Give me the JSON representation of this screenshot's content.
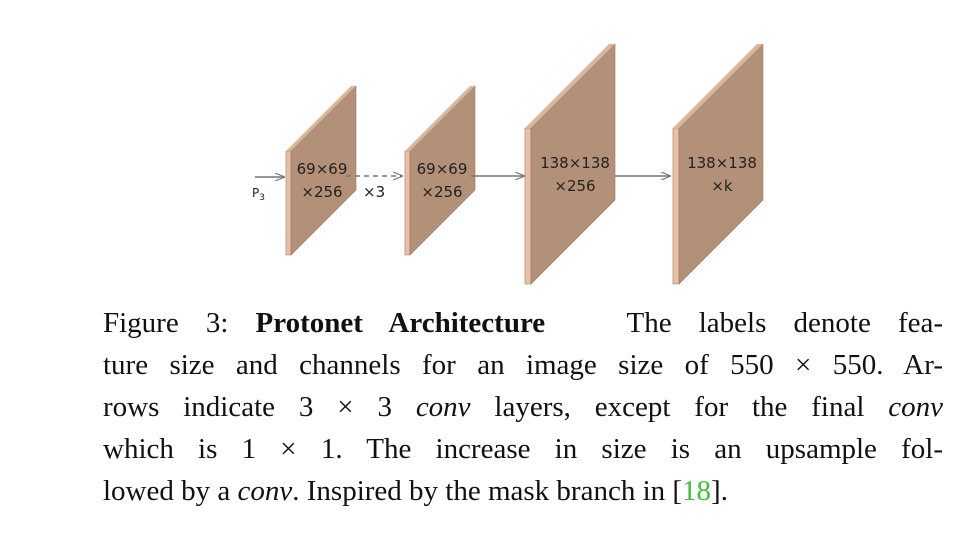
{
  "diagram": {
    "input_label": "P3",
    "input_label_main": "P",
    "input_label_sub": "3",
    "repeat_label": "×3",
    "layers": [
      {
        "line1": "69×69",
        "line2": "×256"
      },
      {
        "line1": "69×69",
        "line2": "×256"
      },
      {
        "line1": "138×138",
        "line2": "×256"
      },
      {
        "line1": "138×138",
        "line2": "×k"
      }
    ],
    "colors": {
      "front": "#b39078",
      "top": "#c29f86",
      "edge": "#e9c0a6",
      "arrow": "#777777"
    }
  },
  "caption": {
    "prefix": "Figure 3: ",
    "title": "Protonet Architecture",
    "l1_rest": "The labels denote fea-",
    "l2": "ture size and channels for an image size of 550 × 550. Ar-",
    "l3_a": "rows indicate 3 × 3 ",
    "l3_i": "conv",
    "l3_b": " layers, except for the final ",
    "l3_i2": "conv",
    "l4": "which is 1 × 1.  The increase in size is an upsample fol-",
    "l5_a": "lowed by a ",
    "l5_i": "conv",
    "l5_b": ". Inspired by the mask branch in [",
    "l5_cite": "18",
    "l5_c": "]."
  }
}
